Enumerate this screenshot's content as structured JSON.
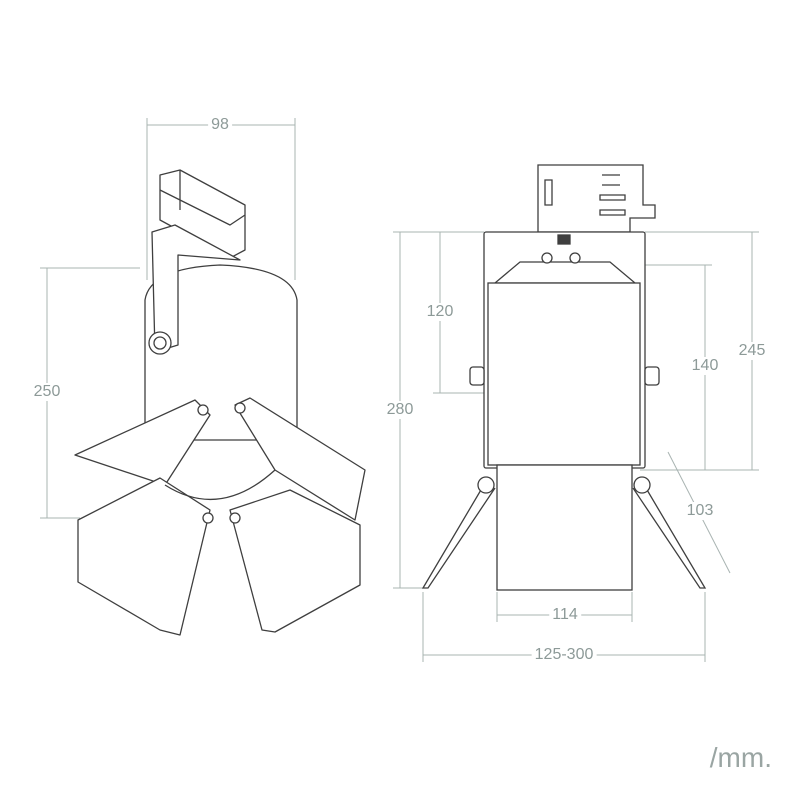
{
  "colors": {
    "outline": "#3f3f3f",
    "dimension": "#a9b4b2",
    "label": "#8d9a98"
  },
  "dimensions": {
    "width_top": "98",
    "height_left": "250",
    "height_total": "280",
    "height_bracket": "120",
    "height_body": "140",
    "height_right": "245",
    "clip_length": "103",
    "tube_width": "114",
    "cutout_range": "125-300"
  },
  "unit": "/mm."
}
